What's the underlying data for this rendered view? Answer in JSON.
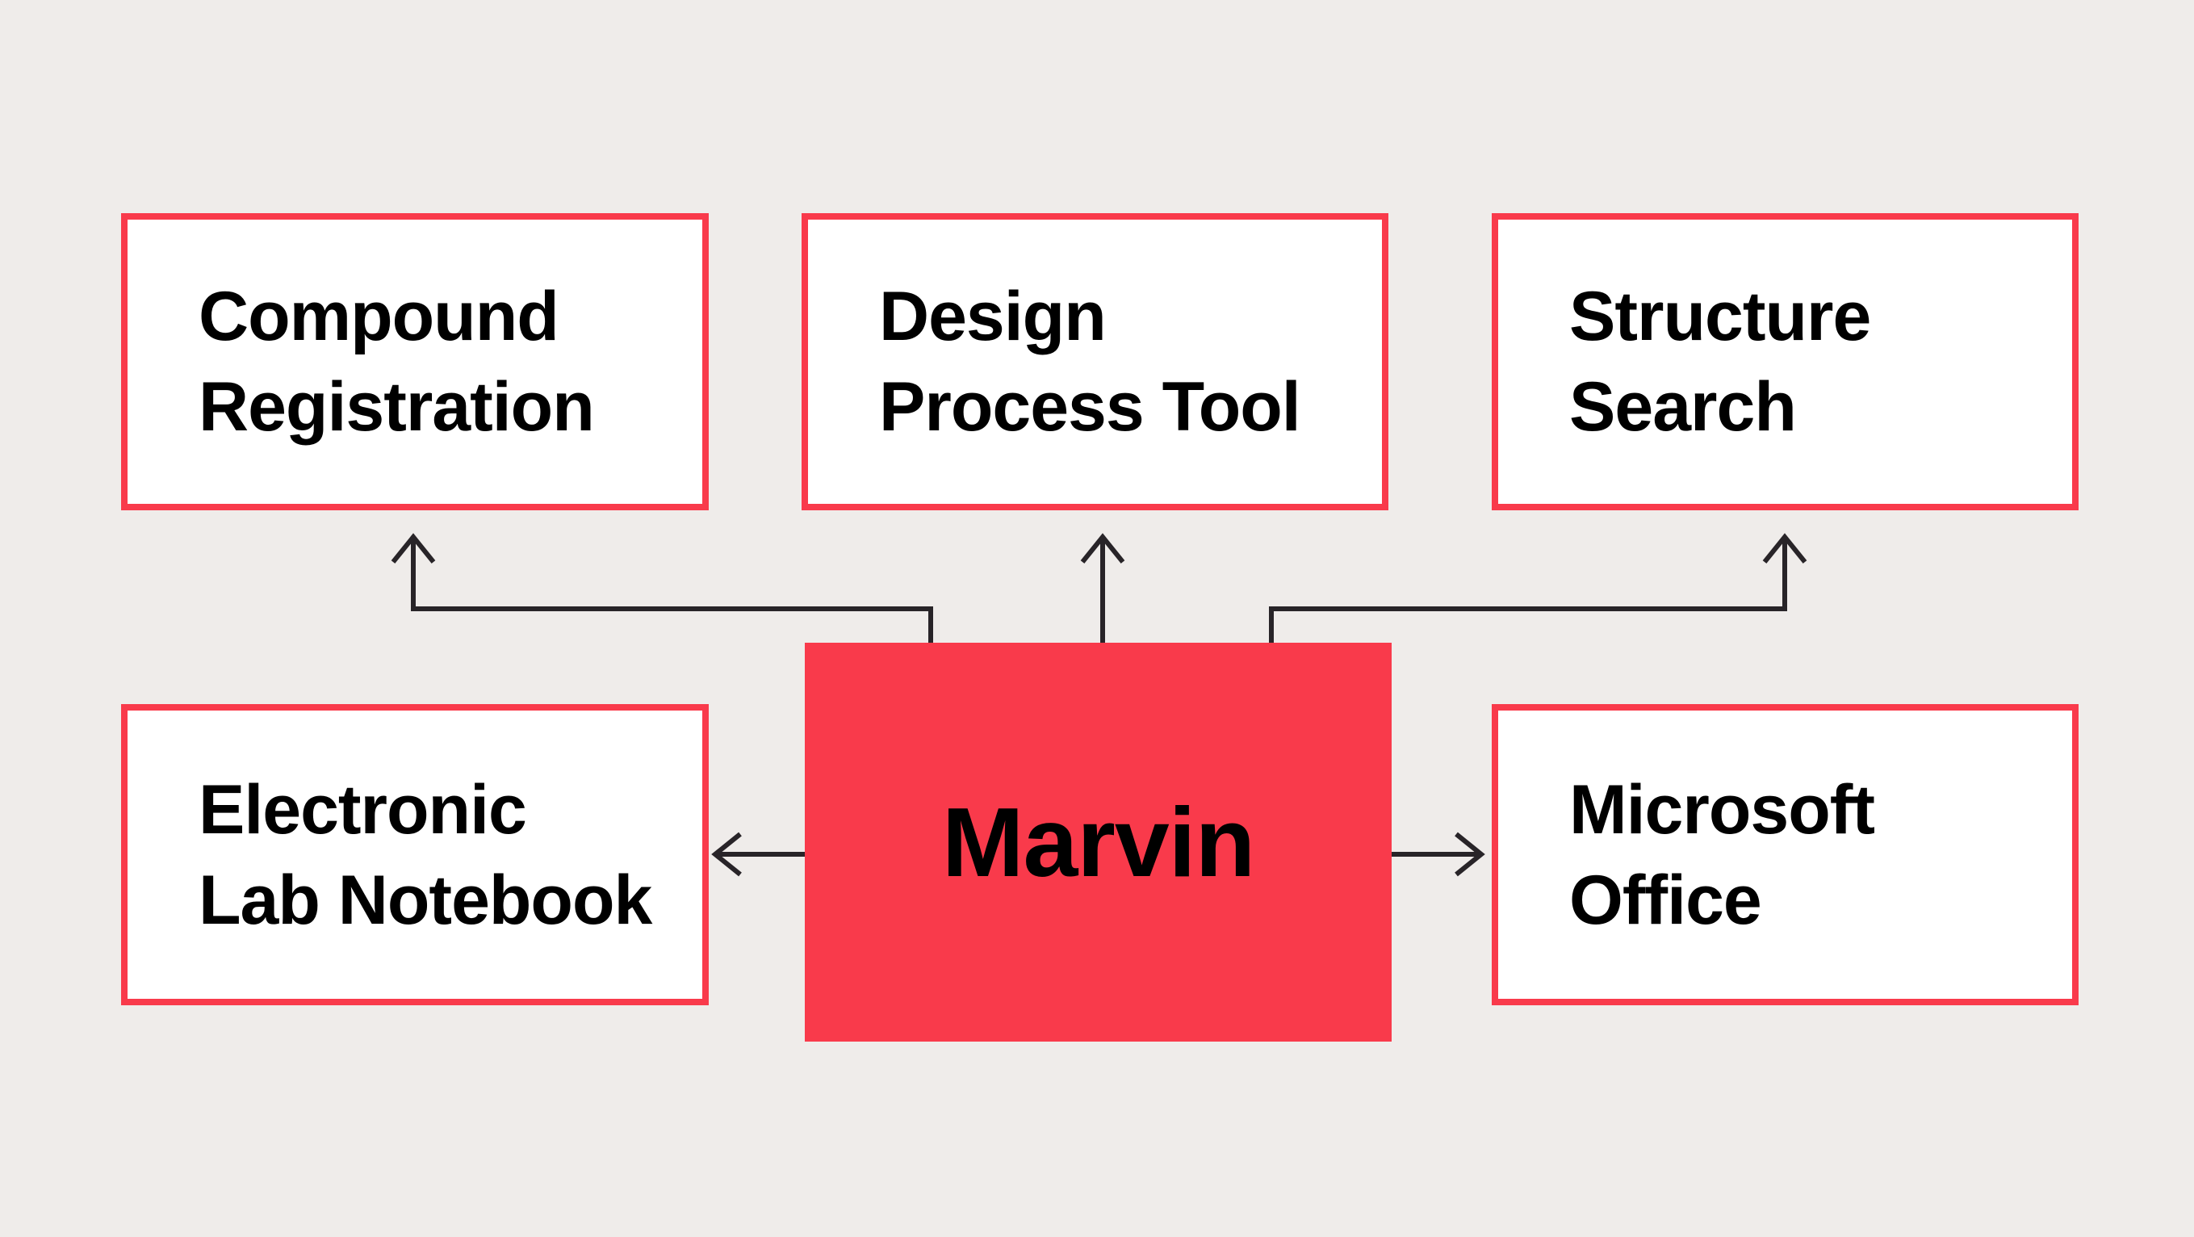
{
  "colors": {
    "red": "#F93A4B",
    "background": "#EFECEA",
    "box_fill": "#FFFFFF",
    "line": "#282428",
    "text": "#000000"
  },
  "diagram": {
    "center": {
      "label": "Marvin"
    },
    "nodes": {
      "compound_registration": {
        "line1": "Compound",
        "line2": "Registration"
      },
      "design_process_tool": {
        "line1": "Design",
        "line2": "Process Tool"
      },
      "structure_search": {
        "line1": "Structure",
        "line2": "Search"
      },
      "electronic_lab_notebook": {
        "line1": "Electronic",
        "line2": "Lab Notebook"
      },
      "microsoft_office": {
        "line1": "Microsoft",
        "line2": "Office"
      }
    },
    "connectors": [
      {
        "from": "Marvin",
        "to": "Compound Registration",
        "direction": "up-left",
        "style": "elbow-arrow"
      },
      {
        "from": "Marvin",
        "to": "Design Process Tool",
        "direction": "up",
        "style": "straight-arrow"
      },
      {
        "from": "Marvin",
        "to": "Structure Search",
        "direction": "up-right",
        "style": "elbow-arrow"
      },
      {
        "from": "Marvin",
        "to": "Electronic Lab Notebook",
        "direction": "left",
        "style": "straight-arrow"
      },
      {
        "from": "Marvin",
        "to": "Microsoft Office",
        "direction": "right",
        "style": "straight-arrow"
      }
    ]
  }
}
